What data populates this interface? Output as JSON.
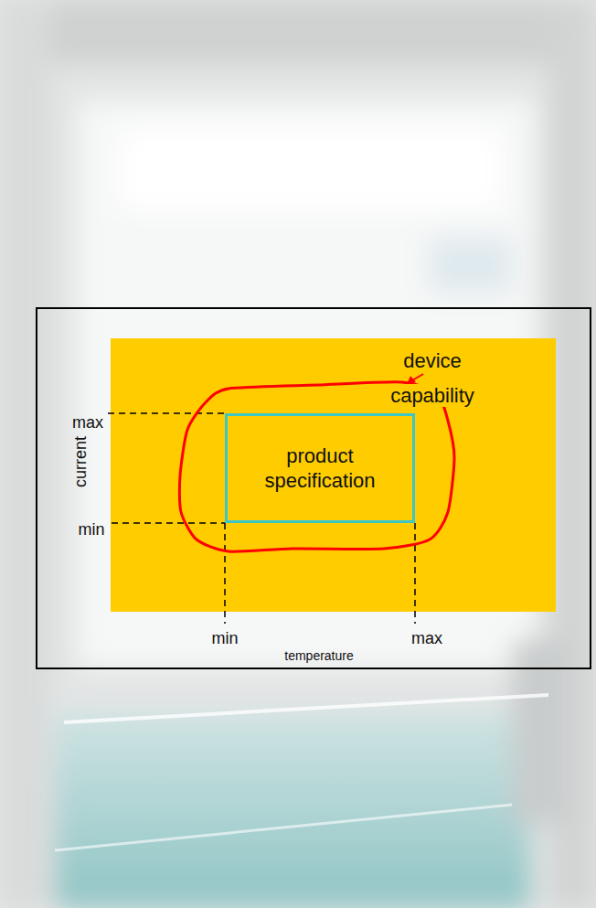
{
  "diagram": {
    "nodes": [
      {
        "text": [
          "device capability"
        ]
      },
      {
        "text": [
          "product specification"
        ],
        "in": 0
      }
    ],
    "labels": [
      "max",
      "current",
      "min",
      "min",
      "temperature",
      "max"
    ]
  }
}
